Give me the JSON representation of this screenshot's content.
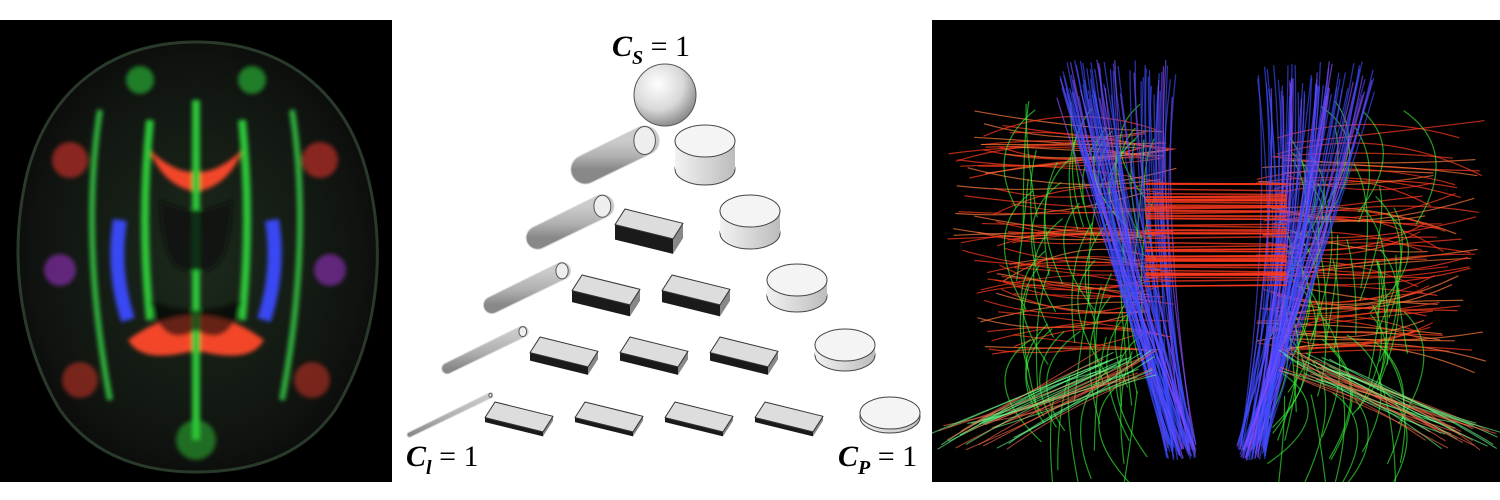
{
  "figure": {
    "panels": [
      {
        "id": "left",
        "kind": "DTI directionally encoded color map (axial brain slice)"
      },
      {
        "id": "middle",
        "kind": "barycentric shape space of diffusion tensor glyphs"
      },
      {
        "id": "right",
        "kind": "whole-brain tractography"
      }
    ]
  },
  "shape_space": {
    "top_label": {
      "symbol": "C",
      "subscript": "S",
      "value": "= 1"
    },
    "left_label": {
      "symbol": "C",
      "subscript": "l",
      "value": "= 1"
    },
    "right_label": {
      "symbol": "C",
      "subscript": "P",
      "value": "= 1"
    }
  },
  "colors": {
    "tract_red": "#ff3a1e",
    "tract_green": "#39ff3a",
    "tract_blue": "#3a4cff",
    "glyph_fill": "#e4e4e4",
    "glyph_edge": "#111111"
  }
}
